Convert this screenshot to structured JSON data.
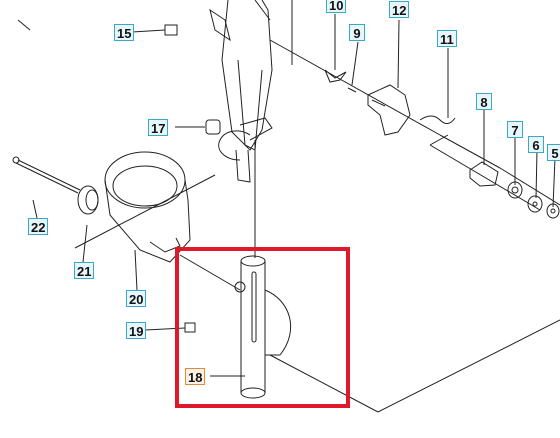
{
  "diagram": {
    "highlight_color": "#e0192a",
    "callout_border_color": "#39a9c8",
    "selected_callout_color": "#e28a3a",
    "selected_part": "18",
    "callouts": [
      {
        "id": "15",
        "label": "15"
      },
      {
        "id": "10",
        "label": "10"
      },
      {
        "id": "12",
        "label": "12"
      },
      {
        "id": "9",
        "label": "9"
      },
      {
        "id": "11",
        "label": "11"
      },
      {
        "id": "8",
        "label": "8"
      },
      {
        "id": "17",
        "label": "17"
      },
      {
        "id": "7",
        "label": "7"
      },
      {
        "id": "6",
        "label": "6"
      },
      {
        "id": "5",
        "label": "5"
      },
      {
        "id": "22",
        "label": "22"
      },
      {
        "id": "21",
        "label": "21"
      },
      {
        "id": "20",
        "label": "20"
      },
      {
        "id": "19",
        "label": "19"
      },
      {
        "id": "18",
        "label": "18"
      }
    ]
  }
}
